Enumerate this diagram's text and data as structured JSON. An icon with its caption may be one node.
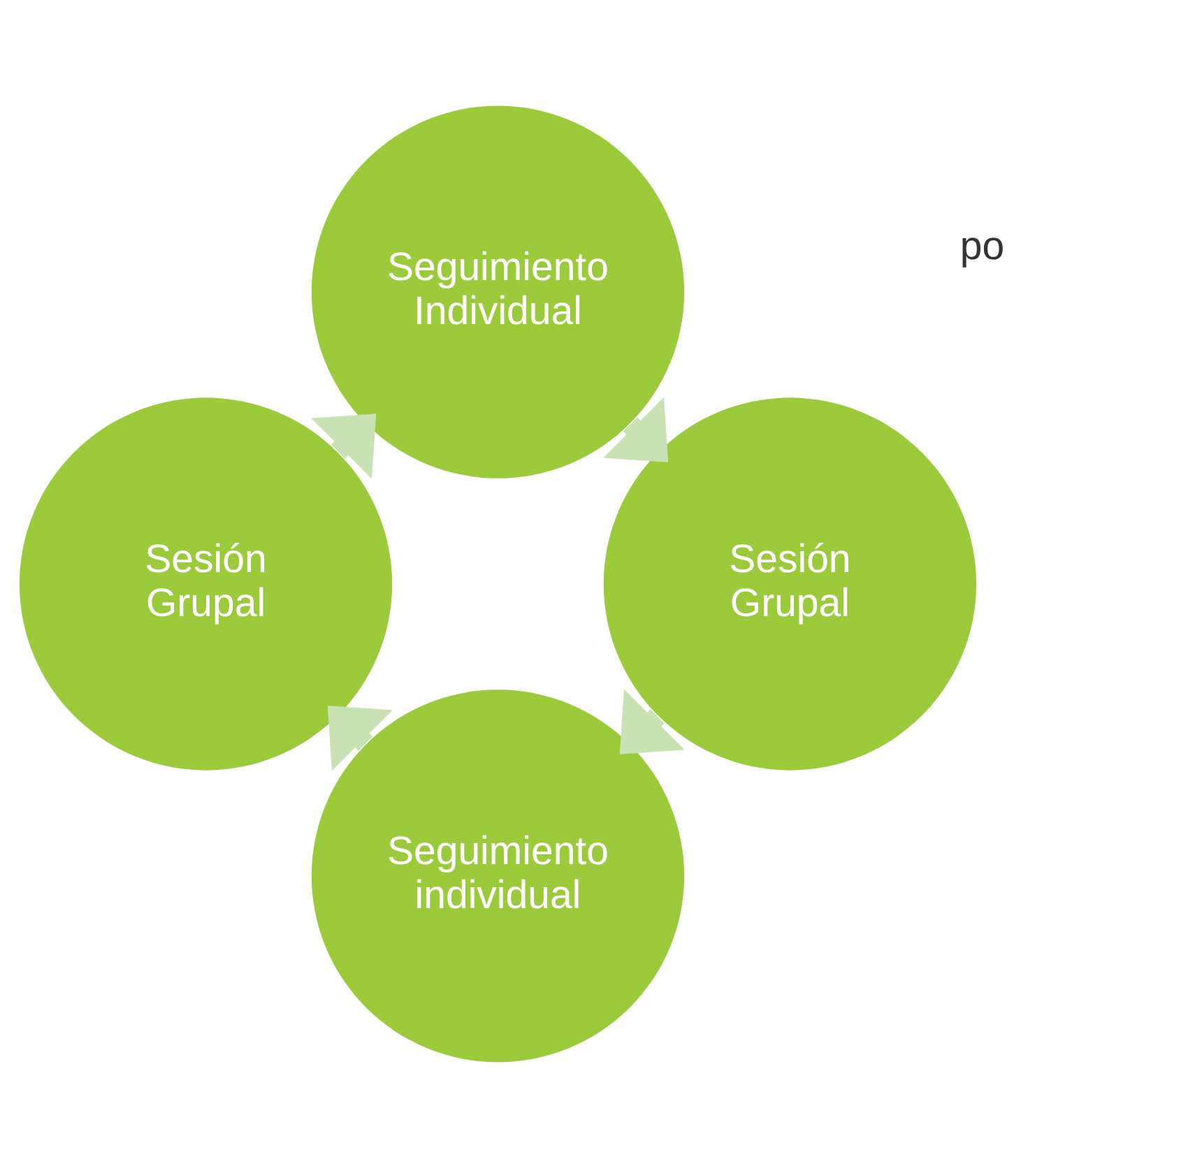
{
  "diagram": {
    "nodes": [
      {
        "text": [
          "Seguimiento individual"
        ]
      },
      {
        "text": [
          "Sesión Grupal"
        ]
      },
      {
        "text": [
          "Seguimiento Individual"
        ]
      },
      {
        "text": [
          "Sesión Grupal"
        ]
      }
    ],
    "edges": [
      {
        "from": 0,
        "to": 1,
        "arrow": "to"
      },
      {
        "from": 1,
        "to": 2,
        "arrow": "to"
      },
      {
        "from": 2,
        "to": 3,
        "arrow": "to"
      },
      {
        "from": 3,
        "to": 0,
        "arrow": "to"
      }
    ],
    "labels": [
      "po"
    ]
  }
}
